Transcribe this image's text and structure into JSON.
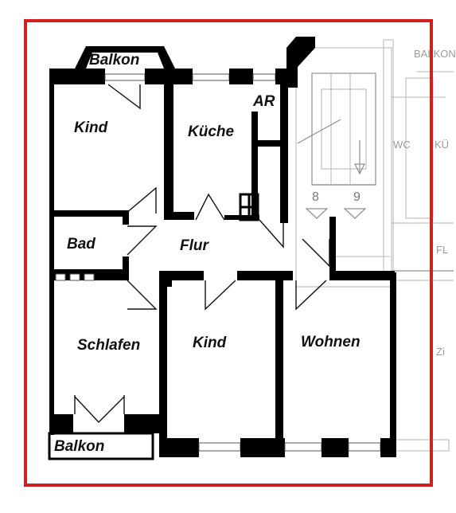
{
  "plan": {
    "border_color": "#d21f1f",
    "rooms": {
      "balkon_top": "Balkon",
      "kind_top": "Kind",
      "kueche": "Küche",
      "ar": "AR",
      "bad": "Bad",
      "flur": "Flur",
      "schlafen": "Schlafen",
      "kind_bottom": "Kind",
      "wohnen": "Wohnen",
      "balkon_bottom": "Balkon"
    },
    "stair_numbers": [
      "8",
      "9"
    ],
    "neighbor_labels": {
      "balkon": "BALKON",
      "wc": "WC",
      "kue": "KÜ",
      "fl": "FL",
      "z": "Zi"
    }
  }
}
